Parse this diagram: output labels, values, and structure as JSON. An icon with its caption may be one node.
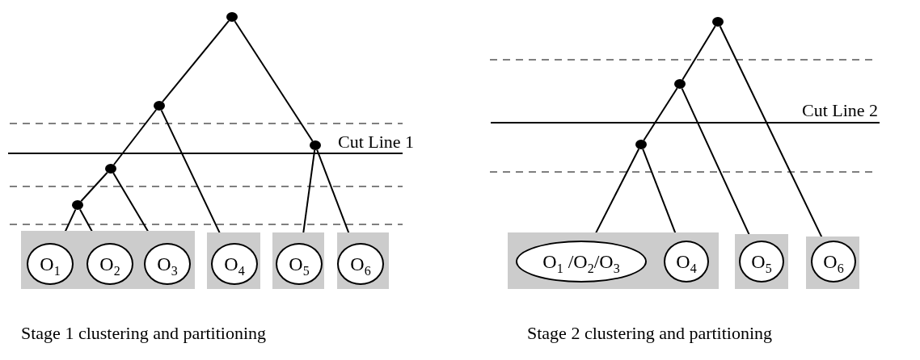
{
  "diagram": {
    "nodes": [
      {
        "text": [],
        "shape": "circle"
      },
      {
        "text": [],
        "shape": "circle"
      },
      {
        "text": [],
        "shape": "circle"
      },
      {
        "text": [],
        "shape": "circle"
      },
      {
        "text": [],
        "shape": "circle"
      },
      {
        "text": [],
        "shape": "box"
      },
      {
        "text": [
          "O$_{1}$"
        ],
        "in": 5
      },
      {
        "text": [
          "O$_{2}$"
        ],
        "in": 5
      },
      {
        "text": [
          "O$_{3}$"
        ],
        "in": 5
      },
      {
        "text": [],
        "shape": "box"
      },
      {
        "text": [
          "O$_{4}$"
        ],
        "in": 9
      },
      {
        "text": [],
        "shape": "box"
      },
      {
        "text": [
          "O$_{5}$"
        ],
        "in": 11
      },
      {
        "text": [],
        "shape": "box"
      },
      {
        "text": [
          "O$_{6}$"
        ],
        "in": 13
      },
      {
        "text": [],
        "shape": "circle"
      },
      {
        "text": [],
        "shape": "circle"
      },
      {
        "text": [],
        "shape": "circle"
      },
      {
        "text": [],
        "shape": "box"
      },
      {
        "text": [
          "O$_{1}$ /O$_{2}$/O$_{3}$"
        ],
        "in": 18
      },
      {
        "text": [
          "O$_{4}$"
        ],
        "in": 18
      },
      {
        "text": [],
        "shape": "box"
      },
      {
        "text": [
          "O$_{5}$"
        ],
        "in": 21
      },
      {
        "text": [],
        "shape": "box"
      },
      {
        "text": [
          "O$_{6}$"
        ],
        "in": 23
      }
    ],
    "edges": [
      {
        "from": 0,
        "to": 1,
        "arrow": "none"
      },
      {
        "from": 0,
        "to": 2,
        "arrow": "none"
      },
      {
        "from": 1,
        "to": 3,
        "arrow": "none"
      },
      {
        "from": 1,
        "to": 10,
        "arrow": "none"
      },
      {
        "from": 3,
        "to": 4,
        "arrow": "none"
      },
      {
        "from": 3,
        "to": 8,
        "arrow": "none"
      },
      {
        "from": 4,
        "to": 6,
        "arrow": "none"
      },
      {
        "from": 4,
        "to": 7,
        "arrow": "none"
      },
      {
        "from": 2,
        "to": 12,
        "arrow": "none"
      },
      {
        "from": 2,
        "to": 14,
        "arrow": "none"
      },
      {
        "from": 15,
        "to": 16,
        "arrow": "none"
      },
      {
        "from": 15,
        "to": 24,
        "arrow": "none"
      },
      {
        "from": 16,
        "to": 17,
        "arrow": "none"
      },
      {
        "from": 16,
        "to": 22,
        "arrow": "none"
      },
      {
        "from": 17,
        "to": 19,
        "arrow": "none"
      },
      {
        "from": 17,
        "to": 20,
        "arrow": "none"
      }
    ],
    "labels": [
      "Cut Line 1",
      "Stage 1 clustering and partitioning",
      "Cut Line 2",
      "Stage 2 clustering and partitioning"
    ]
  }
}
